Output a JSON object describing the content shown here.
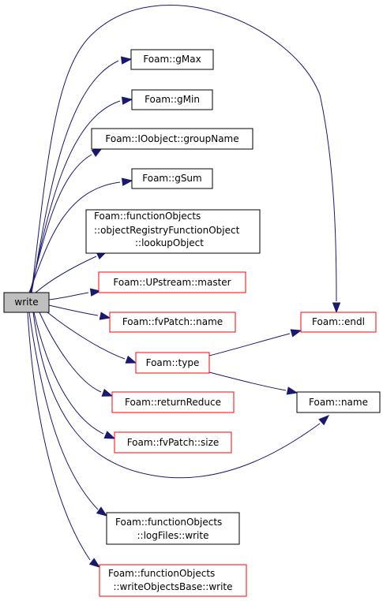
{
  "graph": {
    "source": {
      "label": "write",
      "fill": "#bfbfbf",
      "border": "#000000"
    },
    "colors": {
      "edge": "#191970",
      "normal_border": "#000000",
      "red_border": "#ff0000",
      "fill": "#ffffff"
    },
    "nodes": [
      {
        "id": "gmax",
        "lines": [
          "Foam::gMax"
        ],
        "border": "black"
      },
      {
        "id": "gmin",
        "lines": [
          "Foam::gMin"
        ],
        "border": "black"
      },
      {
        "id": "groupname",
        "lines": [
          "Foam::IOobject::groupName"
        ],
        "border": "black"
      },
      {
        "id": "gsum",
        "lines": [
          "Foam::gSum"
        ],
        "border": "black"
      },
      {
        "id": "lookupobject",
        "lines": [
          "Foam::functionObjects",
          "::objectRegistryFunctionObject",
          "::lookupObject"
        ],
        "border": "black"
      },
      {
        "id": "master",
        "lines": [
          "Foam::UPstream::master"
        ],
        "border": "red"
      },
      {
        "id": "fvpatchname",
        "lines": [
          "Foam::fvPatch::name"
        ],
        "border": "red"
      },
      {
        "id": "type",
        "lines": [
          "Foam::type"
        ],
        "border": "red"
      },
      {
        "id": "returnreduce",
        "lines": [
          "Foam::returnReduce"
        ],
        "border": "red"
      },
      {
        "id": "fvpatchsize",
        "lines": [
          "Foam::fvPatch::size"
        ],
        "border": "red"
      },
      {
        "id": "logfileswrite",
        "lines": [
          "Foam::functionObjects",
          "::logFiles::write"
        ],
        "border": "black"
      },
      {
        "id": "writeobjectswrite",
        "lines": [
          "Foam::functionObjects",
          "::writeObjectsBase::write"
        ],
        "border": "red"
      },
      {
        "id": "endl",
        "lines": [
          "Foam::endl"
        ],
        "border": "red"
      },
      {
        "id": "name",
        "lines": [
          "Foam::name"
        ],
        "border": "black"
      }
    ],
    "edges": [
      {
        "from": "write",
        "to": "gmax"
      },
      {
        "from": "write",
        "to": "gmin"
      },
      {
        "from": "write",
        "to": "groupname"
      },
      {
        "from": "write",
        "to": "gsum"
      },
      {
        "from": "write",
        "to": "lookupobject"
      },
      {
        "from": "write",
        "to": "master"
      },
      {
        "from": "write",
        "to": "fvpatchname"
      },
      {
        "from": "write",
        "to": "type"
      },
      {
        "from": "write",
        "to": "returnreduce"
      },
      {
        "from": "write",
        "to": "fvpatchsize"
      },
      {
        "from": "write",
        "to": "logfileswrite"
      },
      {
        "from": "write",
        "to": "writeobjectswrite"
      },
      {
        "from": "write",
        "to": "endl"
      },
      {
        "from": "write",
        "to": "name"
      },
      {
        "from": "type",
        "to": "endl"
      },
      {
        "from": "type",
        "to": "name"
      }
    ]
  }
}
